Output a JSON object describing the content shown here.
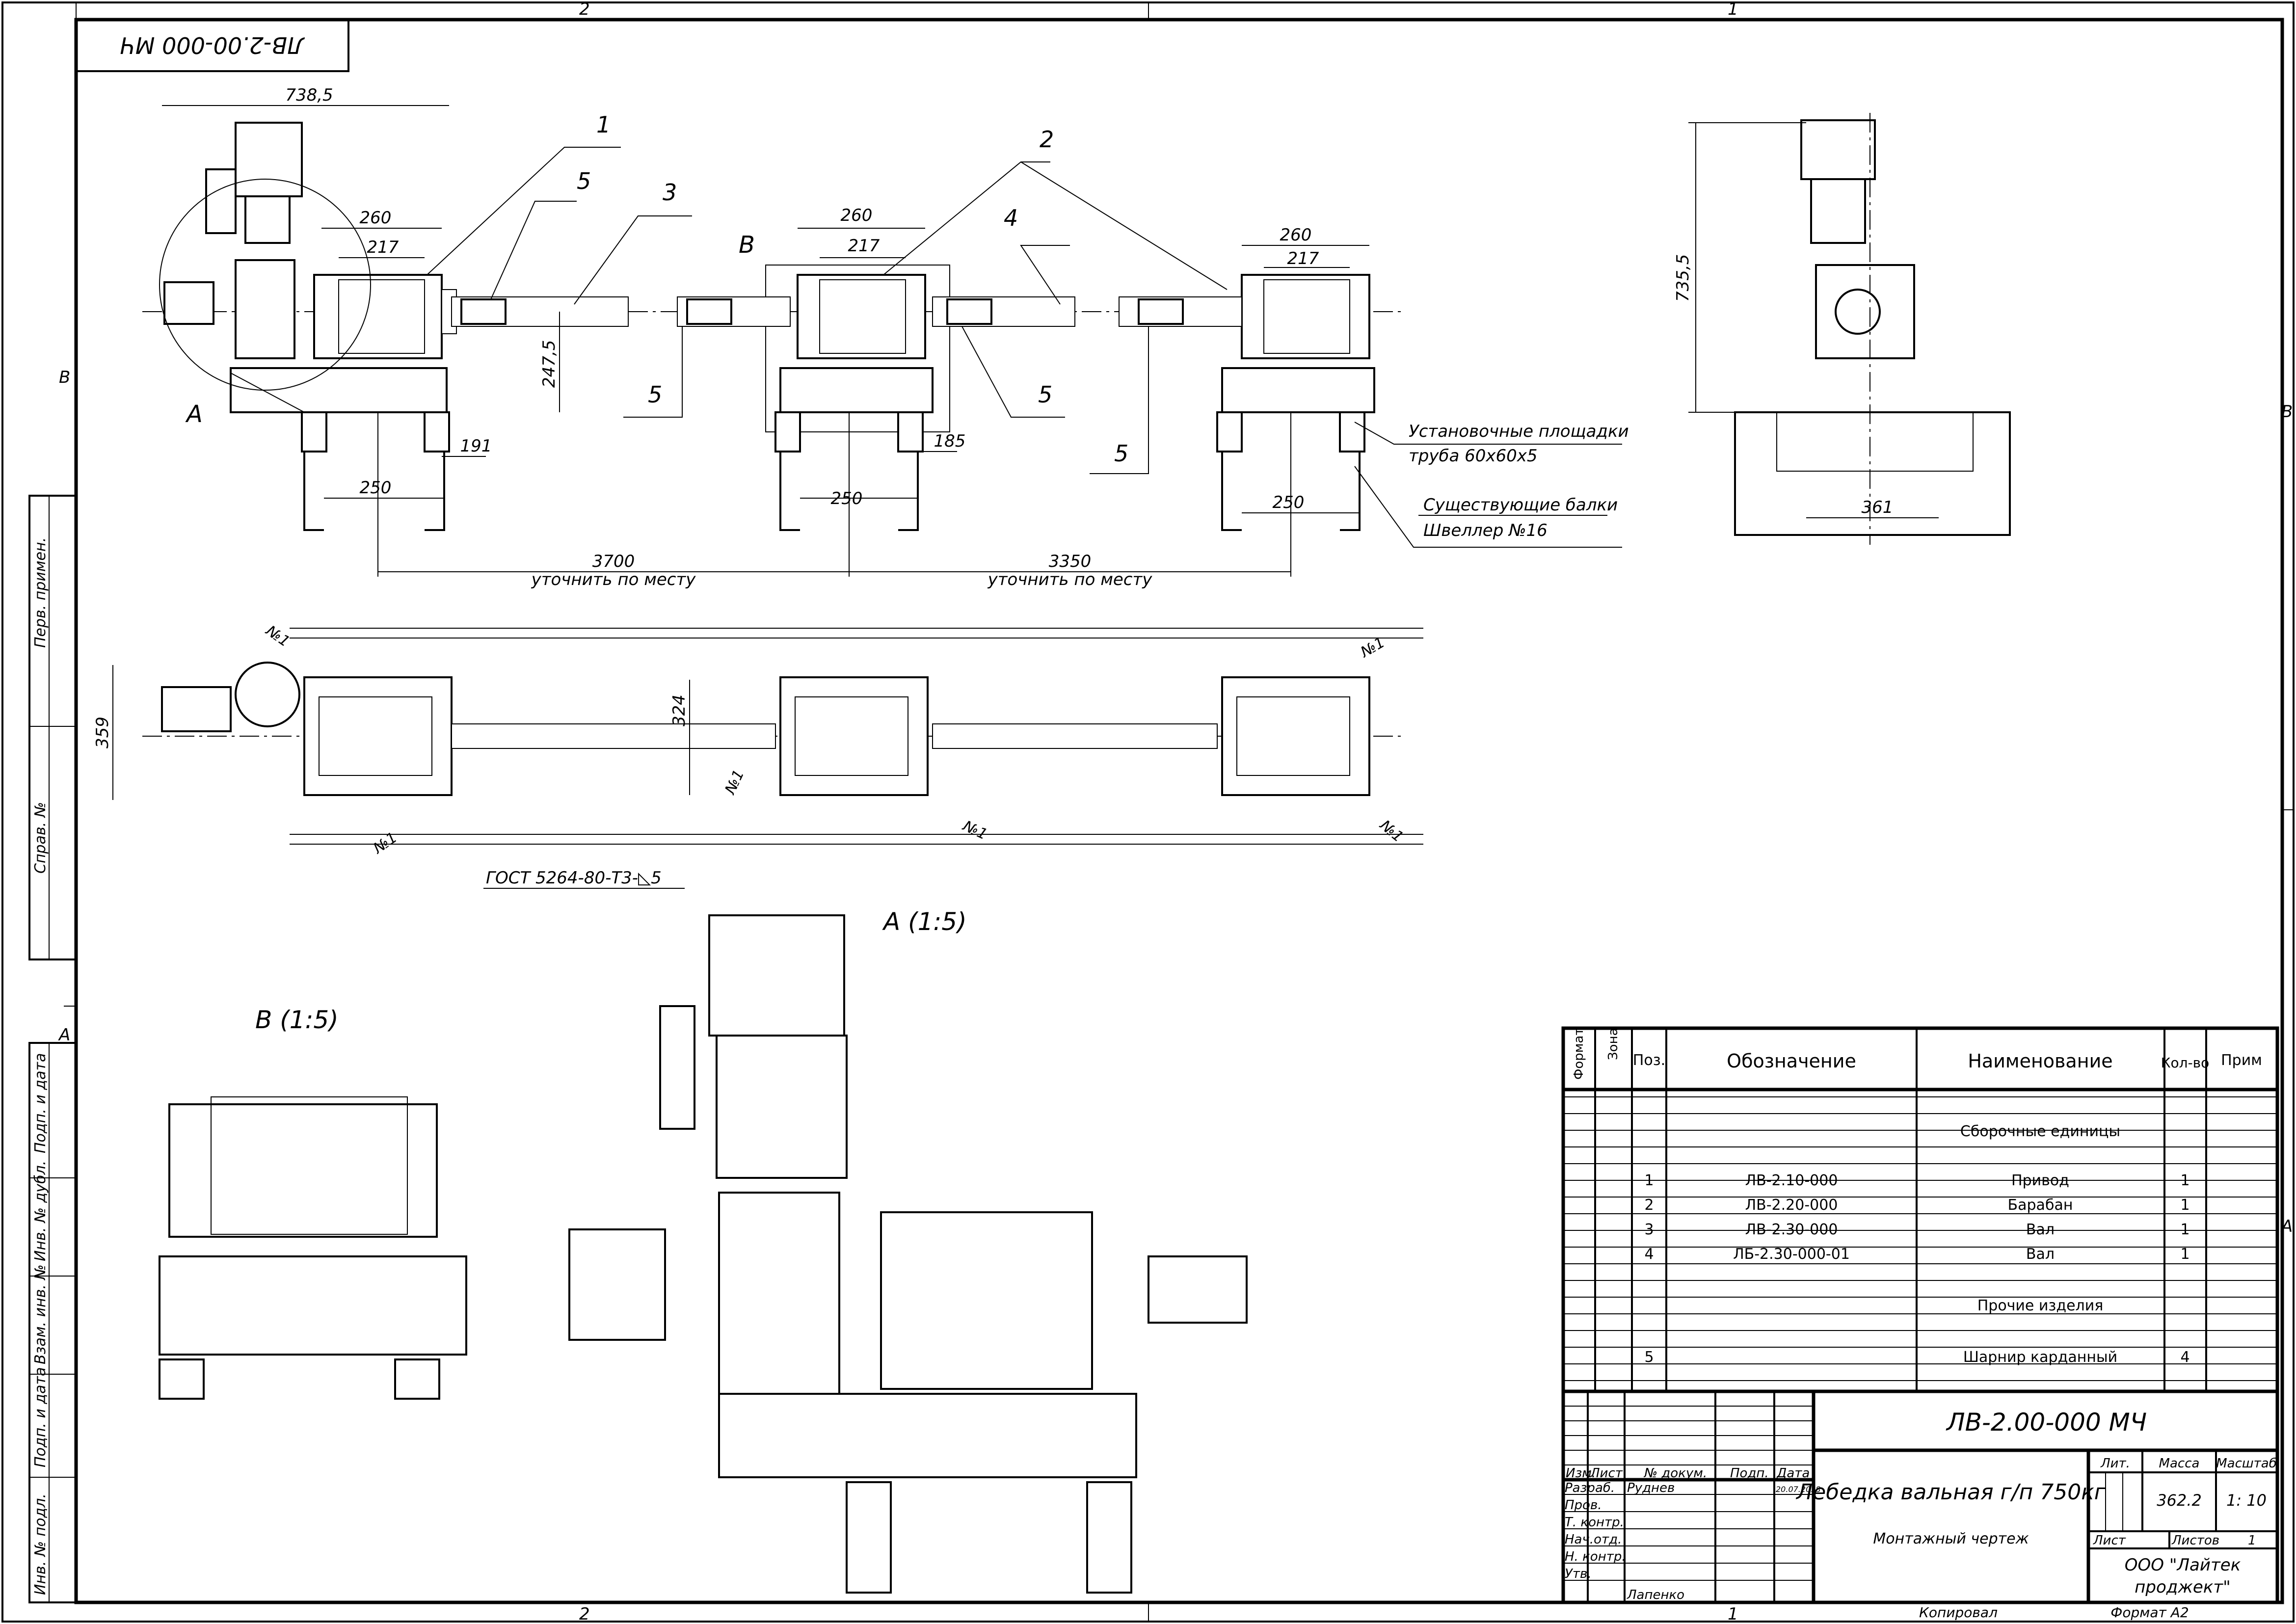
{
  "frame": {
    "top_zones": [
      "2",
      "1"
    ],
    "bottom_zones": [
      "2",
      "1"
    ],
    "left_zones": [
      "B",
      "A"
    ],
    "right_zones": [
      "B",
      "A"
    ],
    "stamp_code": "ЛВ-2.00-000 МЧ",
    "left_strip": [
      "Перв. примен.",
      "Справ. №",
      "Подп. и дата",
      "Инв. № дубл.",
      "Взам. инв. №",
      "Подп. и дата",
      "Инв. № подл."
    ]
  },
  "views": {
    "front": {
      "dims": [
        "738,5",
        "260",
        "217",
        "260",
        "217",
        "260",
        "217",
        "247,5",
        "191",
        "185",
        "250",
        "250",
        "250",
        "3700",
        "3350"
      ],
      "dim_notes": [
        "уточнить по месту",
        "уточнить по месту"
      ],
      "callouts": [
        "1",
        "2",
        "3",
        "4",
        "5",
        "5",
        "5",
        "5"
      ],
      "view_labels": [
        "A",
        "B"
      ],
      "notes": [
        "Установочные площадки",
        "труба 60х60х5",
        "Существующие балки",
        "Швеллер №16"
      ]
    },
    "side": {
      "dims": [
        "735,5",
        "361"
      ]
    },
    "plan": {
      "dims": [
        "359",
        "324"
      ],
      "welds": [
        "№1",
        "№1",
        "№1",
        "№1",
        "№1",
        "№1"
      ],
      "gost_note": "ГОСТ 5264-80-Т3-◺5"
    },
    "detail_b": {
      "title": "B (1:5)"
    },
    "detail_a": {
      "title": "A (1:5)"
    }
  },
  "spec_table": {
    "headers": [
      "Формат",
      "Зона",
      "Поз.",
      "Обозначение",
      "Наименование",
      "Кол-во",
      "Прим"
    ],
    "section_assembly": "Сборочные единицы",
    "section_other": "Прочие изделия",
    "rows": [
      {
        "pos": "1",
        "code": "ЛВ-2.10-000",
        "name": "Привод",
        "qty": "1"
      },
      {
        "pos": "2",
        "code": "ЛВ-2.20-000",
        "name": "Барабан",
        "qty": "1"
      },
      {
        "pos": "3",
        "code": "ЛВ-2.30-000",
        "name": "Вал",
        "qty": "1"
      },
      {
        "pos": "4",
        "code": "ЛБ-2.30-000-01",
        "name": "Вал",
        "qty": "1"
      },
      {
        "pos": "5",
        "code": "",
        "name": "Шарнир карданный",
        "qty": "4"
      }
    ]
  },
  "title_block": {
    "designation": "ЛВ-2.00-000 МЧ",
    "name": "Лебедка вальная г/п 750кг",
    "doc_type": "Монтажный чертеж",
    "col_headers": [
      "Изм.",
      "Лист",
      "№ докум.",
      "Подп.",
      "Дата"
    ],
    "roles": [
      "Разраб.",
      "Пров.",
      "Т. контр.",
      "Нач.отд.",
      "Н. контр.",
      "Утв."
    ],
    "developer": "Руднев",
    "approver": "Лапенко",
    "date": "20.07.2018",
    "lit_label": "Лит.",
    "mass_label": "Масса",
    "scale_label": "Масштаб",
    "mass": "362.2",
    "scale": "1: 10",
    "sheet_label": "Лист",
    "sheets_label": "Листов",
    "sheets": "1",
    "company": "ООО \"Лайтек проджект\"",
    "copied": "Копировал",
    "format": "Формат А2"
  }
}
